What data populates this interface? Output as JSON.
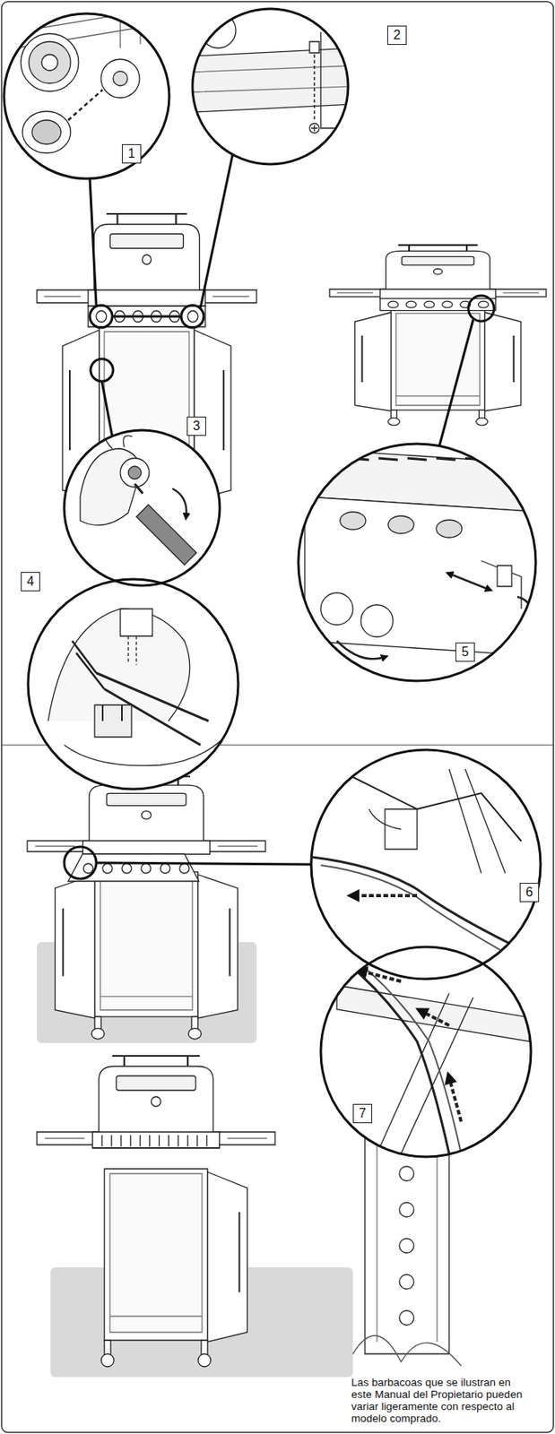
{
  "diagram": {
    "nodes": [
      {
        "text": [
          "1"
        ]
      },
      {
        "text": [
          "2"
        ]
      },
      {
        "text": [
          "3"
        ]
      },
      {
        "text": [
          "4"
        ]
      },
      {
        "text": [
          "5"
        ]
      },
      {
        "text": [
          "6"
        ]
      },
      {
        "text": [
          "7"
        ]
      }
    ],
    "labels": [
      "Las barbacoas que se ilustran en este Manual del Propietario pueden variar ligeramente con respecto al modelo comprado."
    ]
  }
}
